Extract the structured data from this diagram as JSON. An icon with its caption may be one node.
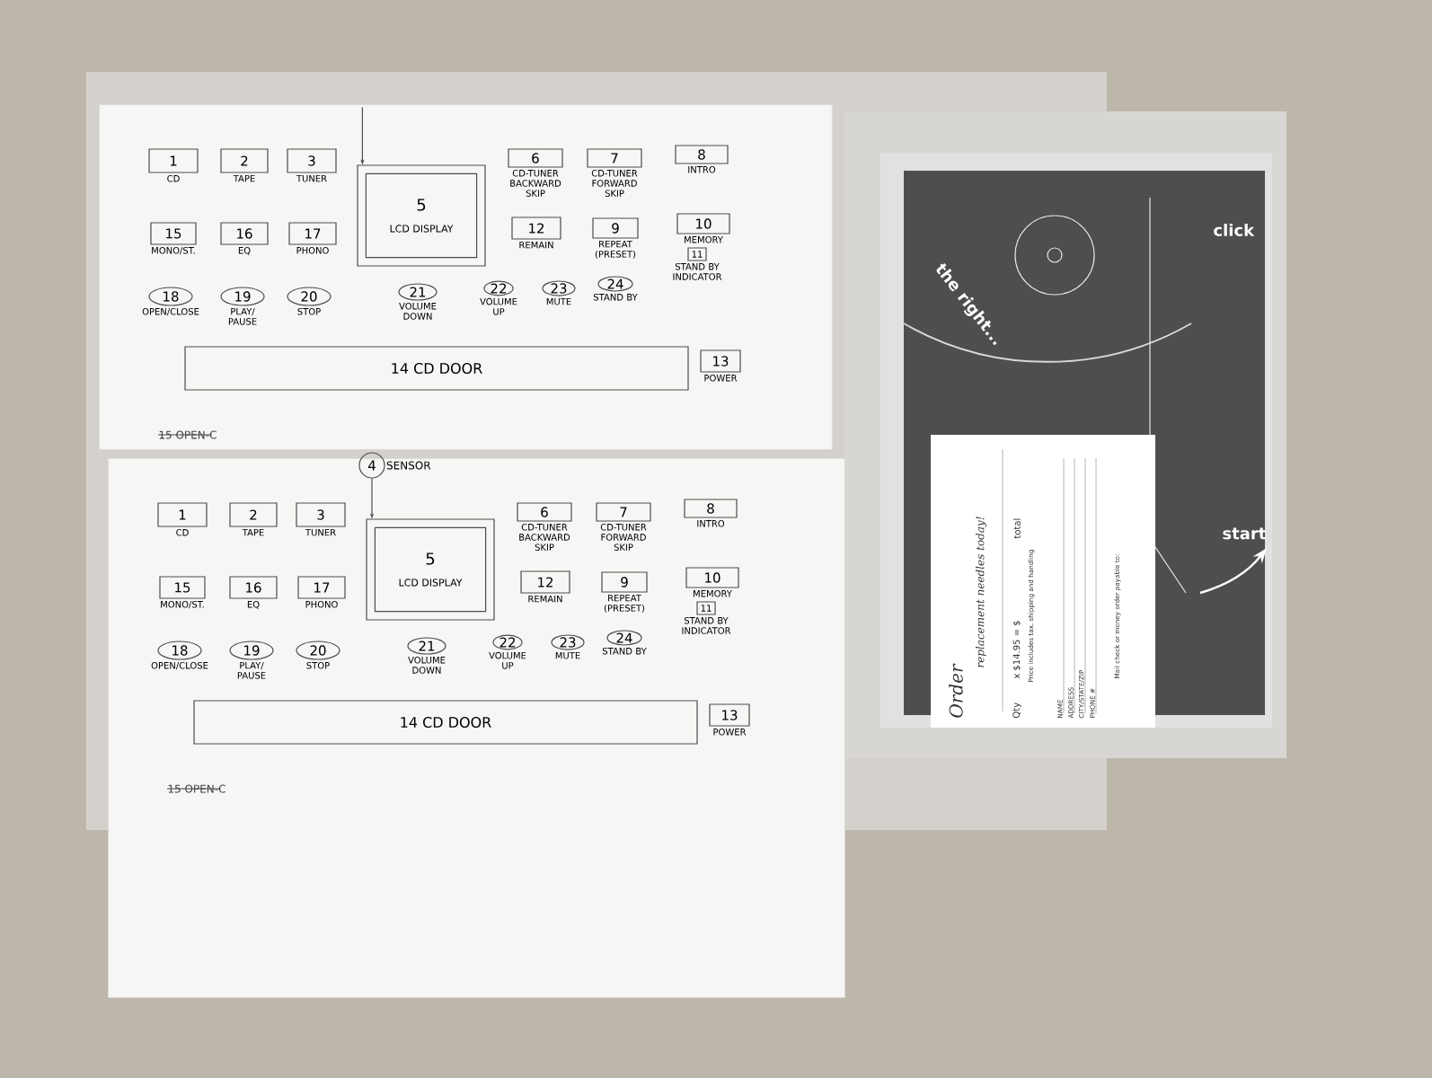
{
  "diagram": {
    "nodes": [
      {
        "text": [],
        "shape": "box"
      },
      {
        "text": [
          "1",
          "CD"
        ],
        "in": 0
      },
      {
        "text": [
          "2",
          "TAPE"
        ],
        "in": 0
      },
      {
        "text": [
          "3",
          "TUNER"
        ],
        "in": 0
      },
      {
        "text": [
          "5",
          "LCD DISPLAY"
        ],
        "in": 0
      },
      {
        "text": [
          "6",
          "CD-TUNER BACKWARD SKIP"
        ],
        "in": 0
      },
      {
        "text": [
          "7",
          "CD-TUNER FORWARD SKIP"
        ],
        "in": 0
      },
      {
        "text": [
          "8",
          "INTRO"
        ],
        "in": 0
      },
      {
        "text": [
          "15",
          "MONO/ST."
        ],
        "in": 0
      },
      {
        "text": [
          "16",
          "EQ"
        ],
        "in": 0
      },
      {
        "text": [
          "17",
          "PHONO"
        ],
        "in": 0
      },
      {
        "text": [
          "12",
          "REMAIN"
        ],
        "in": 0
      },
      {
        "text": [
          "9",
          "REPEAT (PRESET)"
        ],
        "in": 0
      },
      {
        "text": [
          "10",
          "MEMORY"
        ],
        "in": 0
      },
      {
        "text": [
          "11",
          "STAND BY INDICATOR"
        ],
        "in": 0
      },
      {
        "text": [
          "18",
          "OPEN/CLOSE"
        ],
        "in": 0
      },
      {
        "text": [
          "19",
          "PLAY/ PAUSE"
        ],
        "in": 0
      },
      {
        "text": [
          "20",
          "STOP"
        ],
        "in": 0
      },
      {
        "text": [
          "21",
          "VOLUME DOWN"
        ],
        "in": 0
      },
      {
        "text": [
          "22",
          "VOLUME UP"
        ],
        "in": 0
      },
      {
        "text": [
          "23",
          "MUTE"
        ],
        "in": 0
      },
      {
        "text": [
          "24",
          "STAND BY"
        ],
        "in": 0
      },
      {
        "text": [
          "14 CD DOOR"
        ],
        "in": 0
      },
      {
        "text": [
          "13",
          "POWER"
        ],
        "in": 0
      },
      {
        "text": [],
        "shape": "box"
      },
      {
        "text": [
          "4"
        ],
        "beside": [
          "SENSOR"
        ],
        "in": 24
      },
      {
        "text": [
          "1",
          "CD"
        ],
        "in": 24
      },
      {
        "text": [
          "2",
          "TAPE"
        ],
        "in": 24
      },
      {
        "text": [
          "3",
          "TUNER"
        ],
        "in": 24
      },
      {
        "text": [
          "5",
          "LCD DISPLAY"
        ],
        "in": 24
      },
      {
        "text": [
          "6",
          "CD-TUNER BACKWARD SKIP"
        ],
        "in": 24
      },
      {
        "text": [
          "7",
          "CD-TUNER FORWARD SKIP"
        ],
        "in": 24
      },
      {
        "text": [
          "8",
          "INTRO"
        ],
        "in": 24
      },
      {
        "text": [
          "15",
          "MONO/ST."
        ],
        "in": 24
      },
      {
        "text": [
          "16",
          "EQ"
        ],
        "in": 24
      },
      {
        "text": [
          "17",
          "PHONO"
        ],
        "in": 24
      },
      {
        "text": [
          "12",
          "REMAIN"
        ],
        "in": 24
      },
      {
        "text": [
          "9",
          "REPEAT (PRESET)"
        ],
        "in": 24
      },
      {
        "text": [
          "10",
          "MEMORY"
        ],
        "in": 24
      },
      {
        "text": [
          "11",
          "STAND BY INDICATOR"
        ],
        "in": 24
      },
      {
        "text": [
          "18",
          "OPEN/CLOSE"
        ],
        "in": 24
      },
      {
        "text": [
          "19",
          "PLAY/ PAUSE"
        ],
        "in": 24
      },
      {
        "text": [
          "20",
          "STOP"
        ],
        "in": 24
      },
      {
        "text": [
          "21",
          "VOLUME DOWN"
        ],
        "in": 24
      },
      {
        "text": [
          "22",
          "VOLUME UP"
        ],
        "in": 24
      },
      {
        "text": [
          "23",
          "MUTE"
        ],
        "in": 24
      },
      {
        "text": [
          "24",
          "STAND BY"
        ],
        "in": 24
      },
      {
        "text": [
          "14 CD DOOR"
        ],
        "in": 24
      },
      {
        "text": [
          "13",
          "POWER"
        ],
        "in": 24
      }
    ],
    "edges": [
      {
        "from": null,
        "to": 4,
        "arrow": "to"
      },
      {
        "from": 25,
        "to": 29,
        "arrow": "to"
      }
    ],
    "labels": [
      "15 OPEN-C",
      "15 OPEN-C",
      "the right...",
      "click",
      "start",
      "Order",
      "replacement needles today!",
      "Qty",
      "x $14.95 = $",
      "total",
      "Price includes tax, shipping and handling",
      "NAME",
      "ADDRESS",
      "CITY/STATE/ZIP",
      "PHONE #",
      "Mail check or money order payable to:"
    ]
  }
}
